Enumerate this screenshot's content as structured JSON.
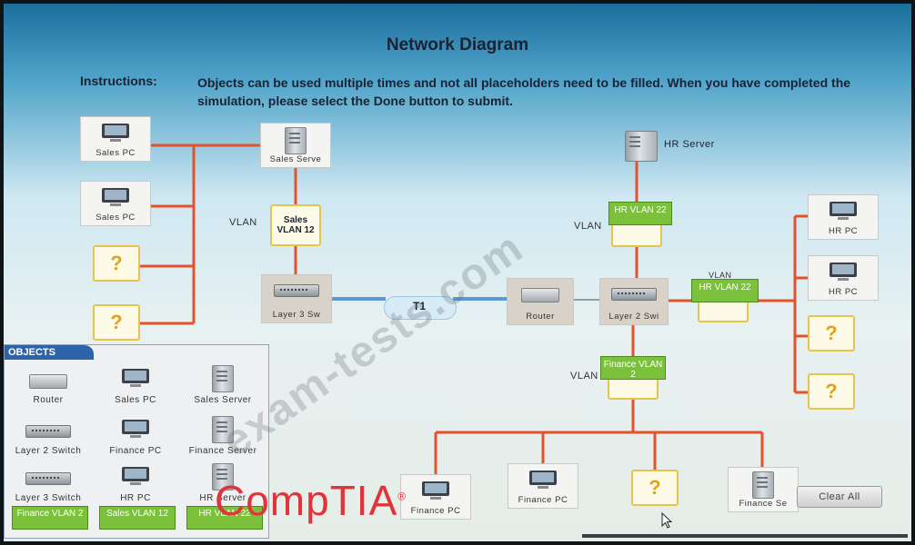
{
  "title": "Network Diagram",
  "instructions": {
    "label": "Instructions:",
    "text": "Objects can be used multiple times and not all placeholders need to be filled. When you have completed the simulation, please select the Done button to submit."
  },
  "diagram": {
    "sales_pc_1": "Sales PC",
    "sales_pc_2": "Sales PC",
    "sales_server": "Sales Serve",
    "sales_vlan_prefix": "VLAN",
    "sales_vlan": "Sales VLAN 12",
    "layer3_switch": "Layer 3 Sw",
    "t1_link": "T1",
    "router": "Router",
    "layer2_switch": "Layer 2 Swi",
    "hr_server": "HR Server",
    "hr_vlan_top": "HR VLAN 22",
    "hr_vlan_top_prefix": "VLAN",
    "hr_vlan_right": "HR VLAN 22",
    "hr_vlan_right_prefix": "VLAN",
    "hr_pc_1": "HR PC",
    "hr_pc_2": "HR PC",
    "finance_vlan": "Finance VLAN 2",
    "finance_vlan_prefix": "VLAN",
    "finance_pc_1": "Finance PC",
    "finance_pc_2": "Finance PC",
    "finance_server": "Finance Se",
    "placeholder": "?"
  },
  "objects_panel": {
    "title": "OBJECTS",
    "items": [
      {
        "label": "Router",
        "icon": "router-icon"
      },
      {
        "label": "Sales PC",
        "icon": "pc-icon"
      },
      {
        "label": "Sales Server",
        "icon": "server-icon"
      },
      {
        "label": "Layer 2 Switch",
        "icon": "switch-icon"
      },
      {
        "label": "Finance PC",
        "icon": "pc-icon"
      },
      {
        "label": "Finance Server",
        "icon": "server-icon"
      },
      {
        "label": "Layer 3 Switch",
        "icon": "switch-icon"
      },
      {
        "label": "HR PC",
        "icon": "pc-icon"
      },
      {
        "label": "HR Server",
        "icon": "server-icon"
      }
    ],
    "vlans": [
      "Finance VLAN 2",
      "Sales VLAN 12",
      "HR VLAN 22"
    ]
  },
  "buttons": {
    "clear_all": "Clear All"
  },
  "watermark": "exam-tests.com",
  "brand": "CompTIA",
  "brand_mark": "®",
  "colors": {
    "link": "#e4512b",
    "vlan_green": "#7bc13b",
    "placeholder_border": "#e6c34a",
    "objects_header": "#2d64a8",
    "brand_red": "#e0333a"
  }
}
